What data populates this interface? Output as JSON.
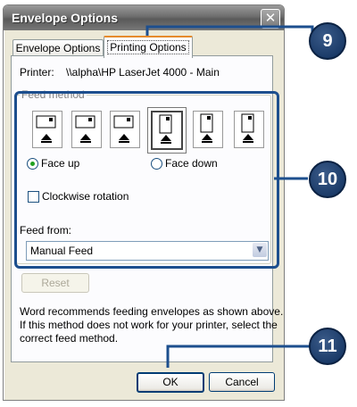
{
  "window": {
    "title": "Envelope Options",
    "close_glyph": "✕"
  },
  "tabs": [
    {
      "label": "Envelope Options",
      "active": false
    },
    {
      "label": "Printing Options",
      "active": true
    }
  ],
  "printer": {
    "label": "Printer:",
    "value": "\\\\alpha\\HP LaserJet 4000 - Main"
  },
  "feed_method": {
    "legend": "Feed method",
    "options": [
      {
        "name": "feed-option-1",
        "selected": false
      },
      {
        "name": "feed-option-2",
        "selected": false
      },
      {
        "name": "feed-option-3",
        "selected": false
      },
      {
        "name": "feed-option-4",
        "selected": true
      },
      {
        "name": "feed-option-5",
        "selected": false
      },
      {
        "name": "feed-option-6",
        "selected": false
      }
    ],
    "face_up": "Face up",
    "face_down": "Face down",
    "clockwise": "Clockwise rotation"
  },
  "feed_from": {
    "label": "Feed from:",
    "value": "Manual Feed"
  },
  "buttons": {
    "reset": "Reset",
    "ok": "OK",
    "cancel": "Cancel"
  },
  "note": {
    "line1": "Word recommends feeding envelopes as shown above.",
    "line2": "If this method does not work for your printer, select the",
    "line3": "correct feed method."
  },
  "callouts": {
    "c9": "9",
    "c10": "10",
    "c11": "11"
  },
  "colors": {
    "callout": "#1d4f8e",
    "dialog_bg": "#ece9d8"
  }
}
